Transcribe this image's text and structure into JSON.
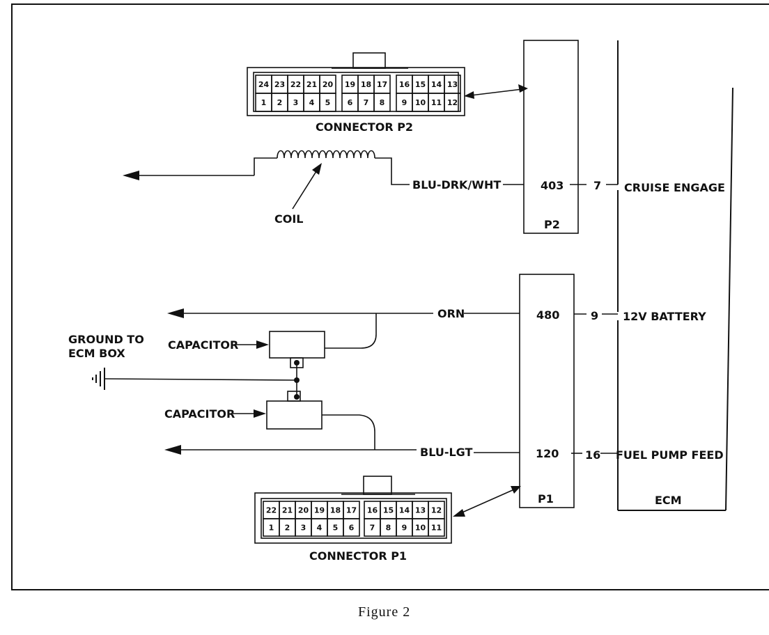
{
  "connector_p2": {
    "label": "CONNECTOR P2",
    "top_pins": [
      "24",
      "23",
      "22",
      "21",
      "20",
      "19",
      "18",
      "17",
      "16",
      "15",
      "14",
      "13"
    ],
    "bottom_pins": [
      "1",
      "2",
      "3",
      "4",
      "5",
      "6",
      "7",
      "8",
      "9",
      "10",
      "11",
      "12"
    ]
  },
  "connector_p1": {
    "label": "CONNECTOR P1",
    "top_pins": [
      "22",
      "21",
      "20",
      "19",
      "18",
      "17",
      "16",
      "15",
      "14",
      "13",
      "12"
    ],
    "bottom_pins": [
      "1",
      "2",
      "3",
      "4",
      "5",
      "6",
      "7",
      "8",
      "9",
      "10",
      "11"
    ]
  },
  "blocks": {
    "p2": "P2",
    "p1": "P1",
    "ecm": "ECM"
  },
  "circuits": [
    {
      "wire": "BLU-DRK/WHT",
      "circuit": "403",
      "ecm_pin": "7",
      "function": "CRUISE ENGAGE"
    },
    {
      "wire": "ORN",
      "circuit": "480",
      "ecm_pin": "9",
      "function": "12V BATTERY"
    },
    {
      "wire": "BLU-LGT",
      "circuit": "120",
      "ecm_pin": "16",
      "function": "FUEL PUMP FEED"
    }
  ],
  "components": {
    "coil": "COIL",
    "capacitor_top": "CAPACITOR",
    "capacitor_bottom": "CAPACITOR",
    "ground_line1": "GROUND TO",
    "ground_line2": "ECM BOX"
  },
  "caption": "Figure 2"
}
